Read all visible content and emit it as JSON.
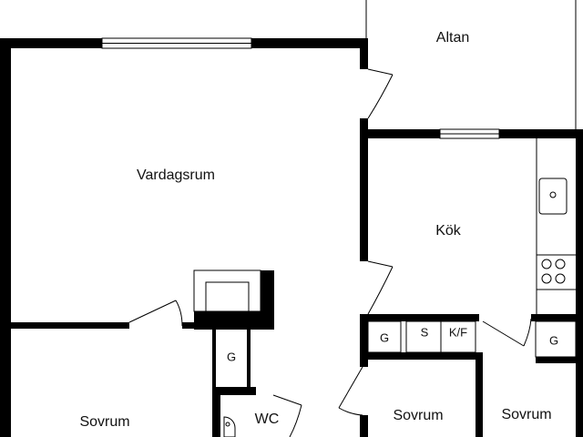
{
  "rooms": {
    "altan": "Altan",
    "vardagsrum": "Vardagsrum",
    "kok": "Kök",
    "sovrum_left": "Sovrum",
    "wc": "WC",
    "sovrum_mid": "Sovrum",
    "sovrum_right": "Sovrum"
  },
  "fixtures": {
    "g_hall": "G",
    "g_mid": "G",
    "s_storage": "S",
    "kf_storage": "K/F",
    "g_right": "G"
  },
  "colors": {
    "wall": "#000000",
    "background": "#ffffff",
    "text": "#111111"
  }
}
